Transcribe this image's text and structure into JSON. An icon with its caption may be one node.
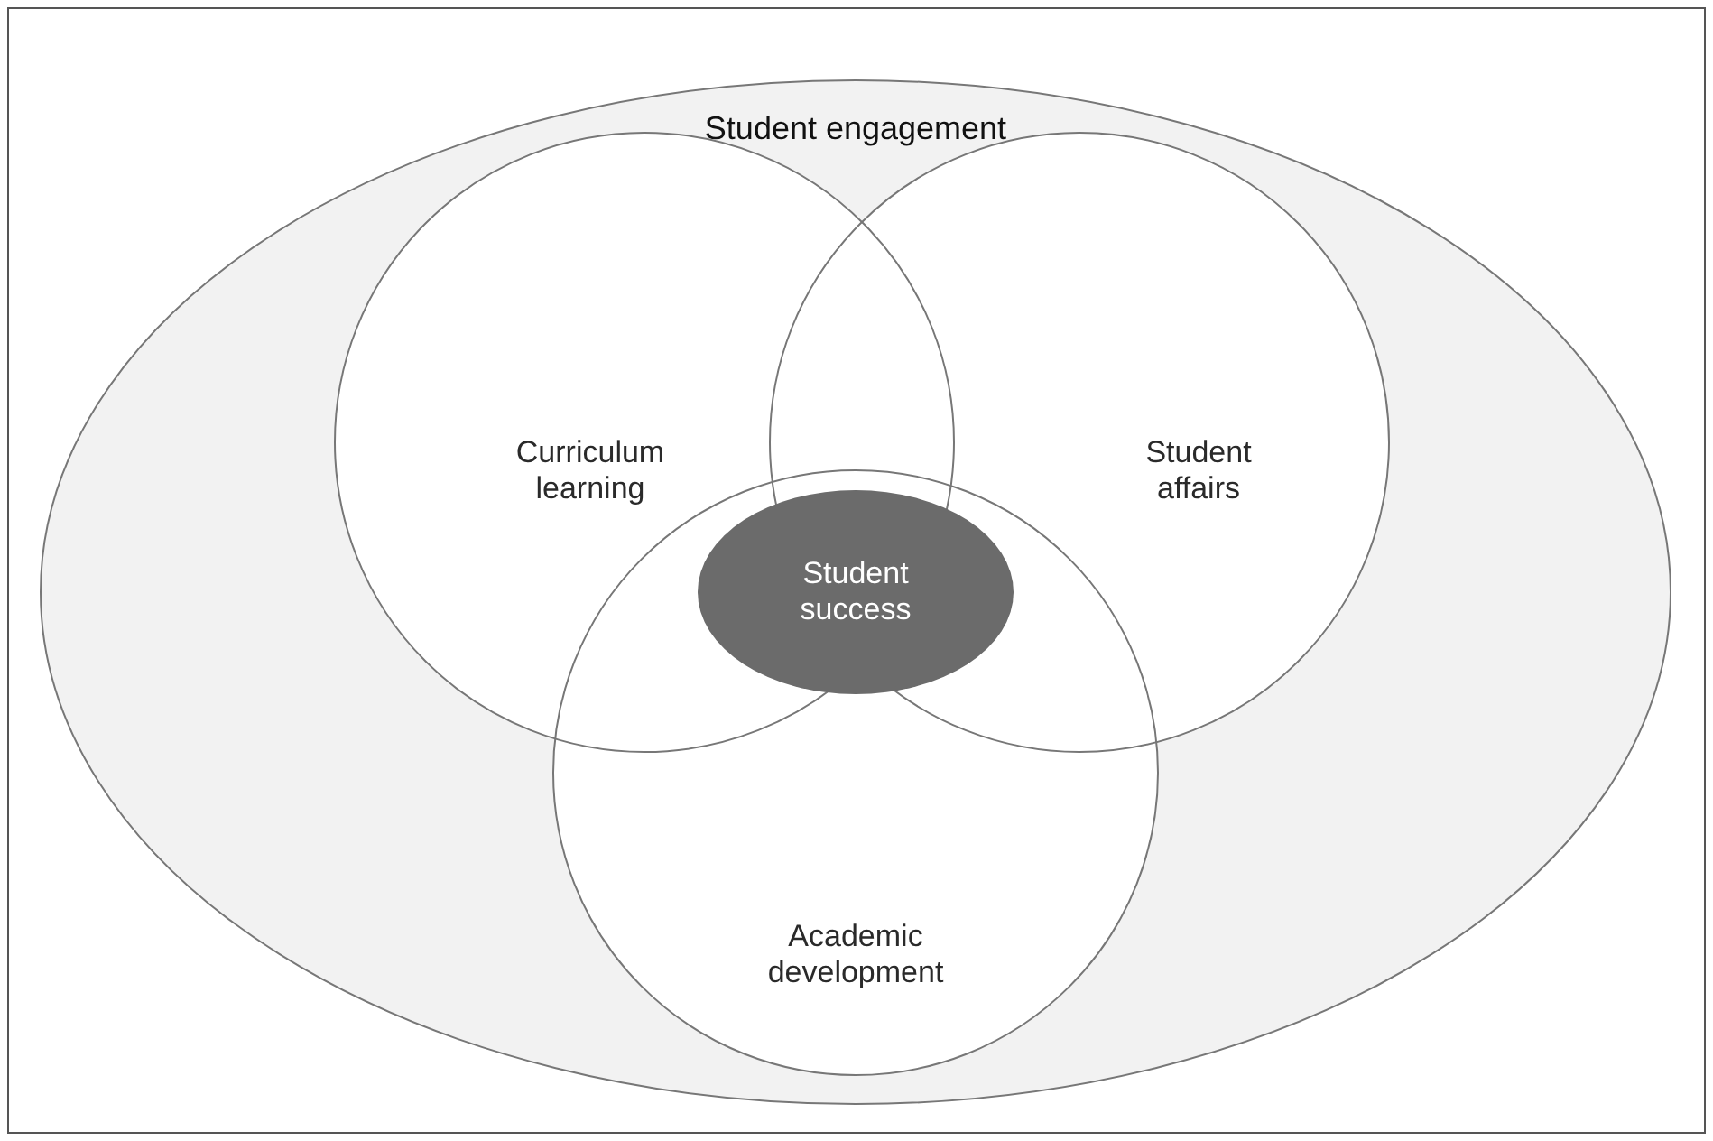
{
  "diagram": {
    "nodes": [
      {
        "text": [
          "Student engagement"
        ]
      },
      {
        "text": [
          "Curriculum learning"
        ],
        "in": 0
      },
      {
        "text": [
          "Student affairs"
        ],
        "in": 0
      },
      {
        "text": [
          "Academic development"
        ],
        "in": 0
      },
      {
        "text": [
          "Student success"
        ],
        "in": 3
      }
    ]
  }
}
